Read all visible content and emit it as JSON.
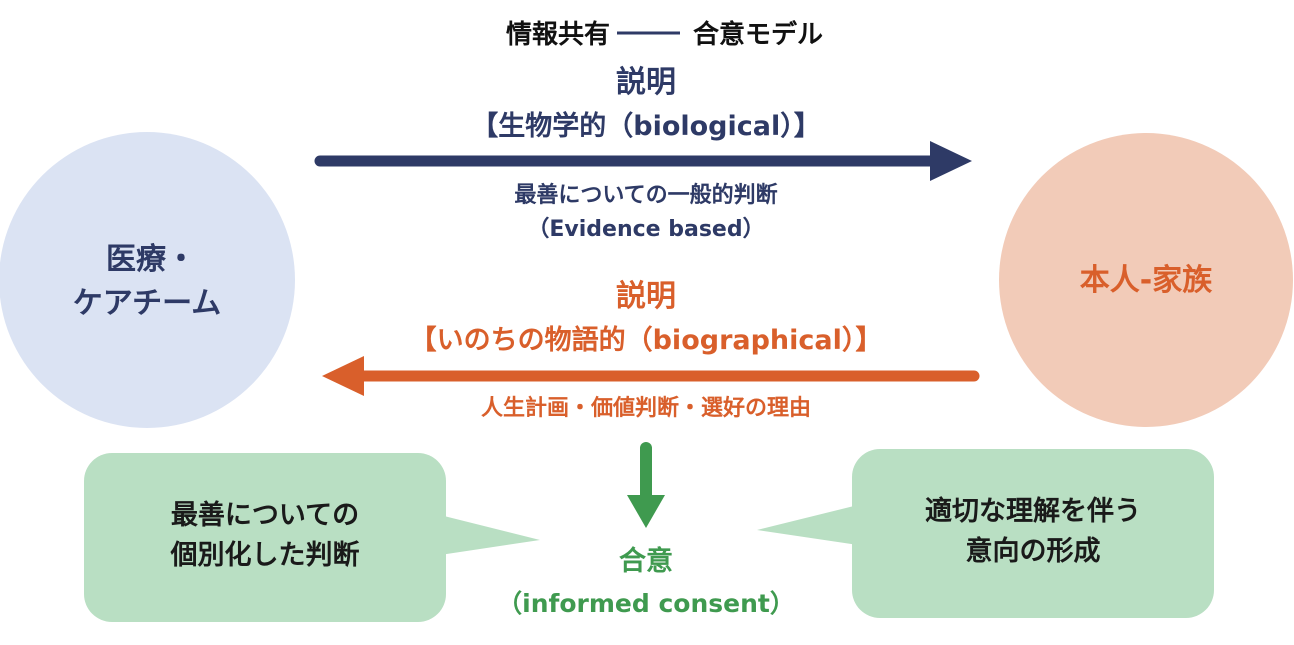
{
  "title": {
    "left": "情報共有",
    "right": "合意モデル"
  },
  "nodes": {
    "medical": {
      "line1": "医療・",
      "line2": "ケアチーム"
    },
    "family": {
      "label": "本人-家族"
    }
  },
  "forward_arrow": {
    "heading": "説明",
    "subheading": "【生物学的（biological）】",
    "note_line1": "最善についての一般的判断",
    "note_line2": "（Evidence based）"
  },
  "backward_arrow": {
    "heading": "説明",
    "subheading": "【いのちの物語的（biographical）】",
    "note": "人生計画・価値判断・選好の理由"
  },
  "agreement": {
    "label": "合意",
    "sublabel": "（informed consent）"
  },
  "bubbles": {
    "left": {
      "line1": "最善についての",
      "line2": "個別化した判断"
    },
    "right": {
      "line1": "適切な理解を伴う",
      "line2": "意向の形成"
    }
  },
  "colors": {
    "navy": "#2e3a66",
    "orange": "#d95f2b",
    "green": "#3f9a4f",
    "circle_left": "#dbe3f3",
    "circle_right": "#f2cbb8",
    "bubble": "#b9dfc3"
  }
}
